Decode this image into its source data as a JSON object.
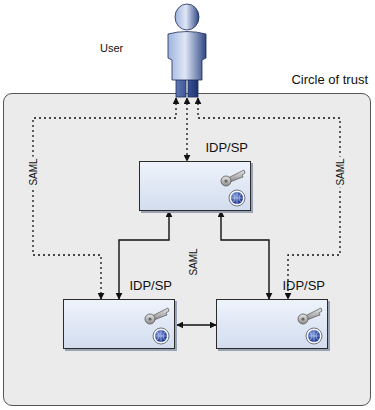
{
  "diagram": {
    "nodes": [
      {
        "text": [
          "User"
        ]
      },
      {
        "text": [
          "Circle of trust"
        ]
      },
      {
        "text": [
          "IDP/SP"
        ],
        "in": 1
      },
      {
        "text": [
          "IDP/SP"
        ],
        "in": 1
      },
      {
        "text": [
          "IDP/SP"
        ],
        "in": 1
      }
    ],
    "edges": [
      {
        "from": 0,
        "to": 3,
        "arrow": "both",
        "label": "SAML"
      },
      {
        "from": 0,
        "to": 2,
        "arrow": "both"
      },
      {
        "from": 0,
        "to": 4,
        "arrow": "both",
        "label": "SAML"
      },
      {
        "from": 2,
        "to": 3,
        "arrow": "both"
      },
      {
        "from": 2,
        "to": 4,
        "arrow": "both"
      },
      {
        "from": 3,
        "to": 4,
        "arrow": "both"
      }
    ],
    "labels": [
      "SAML"
    ]
  }
}
